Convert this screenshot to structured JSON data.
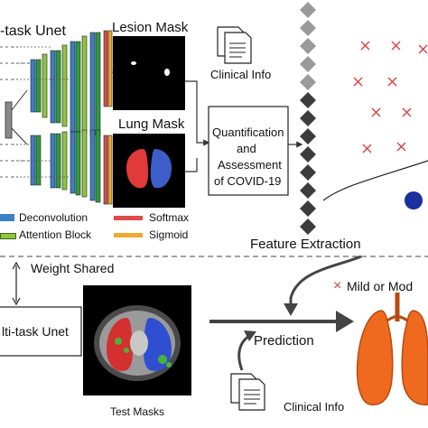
{
  "encoder_title": "-task Unet",
  "lesion_mask_label": "Lesion Mask",
  "lung_mask_label": "Lung Mask",
  "clinical_info_top": "Clinical Info",
  "quantification_box": {
    "line1": "Quantification",
    "line2": "and",
    "line3": "Assessment",
    "line4": "of COVID-19"
  },
  "legend": {
    "deconvolution": "Deconvolution",
    "attention_block": "Attention Block",
    "softmax": "Softmax",
    "sigmoid": "Sigmoid"
  },
  "feature_extraction_label": "Feature Extraction",
  "weight_shared_label": "Weight Shared",
  "multitask_box_label": "lti-task Unet",
  "test_masks_label": "Test Masks",
  "prediction_label": "Prediction",
  "clinical_info_bottom": "Clinical Info",
  "mild_label": "Mild or Mod",
  "mild_marker": "×",
  "colors": {
    "deconvolution": "#3b7fc4",
    "attention": "#8dc63f",
    "softmax": "#e04a4a",
    "sigmoid": "#f0a830",
    "conv_green": "#2e9a3e",
    "scatter_x": "#d94040",
    "scatter_dot": "#1c2f9e",
    "lung_orange": "#ef6a1e",
    "diamond_light": "#9a9a9a",
    "diamond_dark": "#3c3c3c"
  }
}
